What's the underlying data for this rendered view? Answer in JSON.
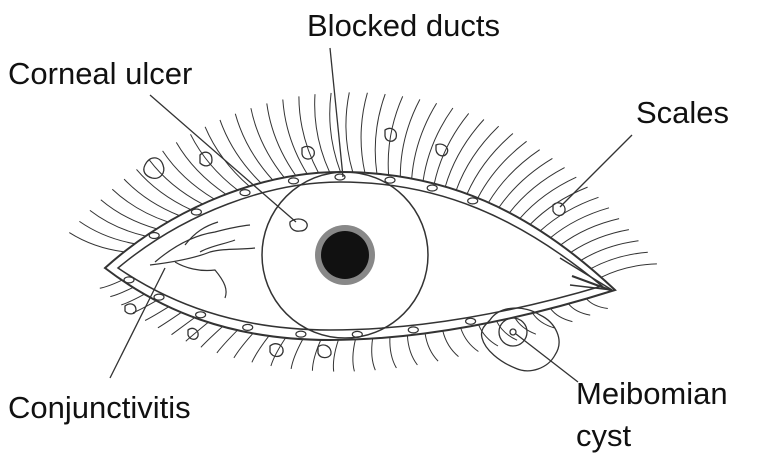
{
  "labels": {
    "blocked_ducts": "Blocked ducts",
    "corneal_ulcer": "Corneal ulcer",
    "scales": "Scales",
    "conjunctivitis": "Conjunctivitis",
    "meibomian_line1": "Meibomian",
    "meibomian_line2": "cyst"
  },
  "colors": {
    "line": "#333333",
    "pupil": "#111111",
    "pupil_ring": "#888888",
    "background": "#ffffff"
  }
}
